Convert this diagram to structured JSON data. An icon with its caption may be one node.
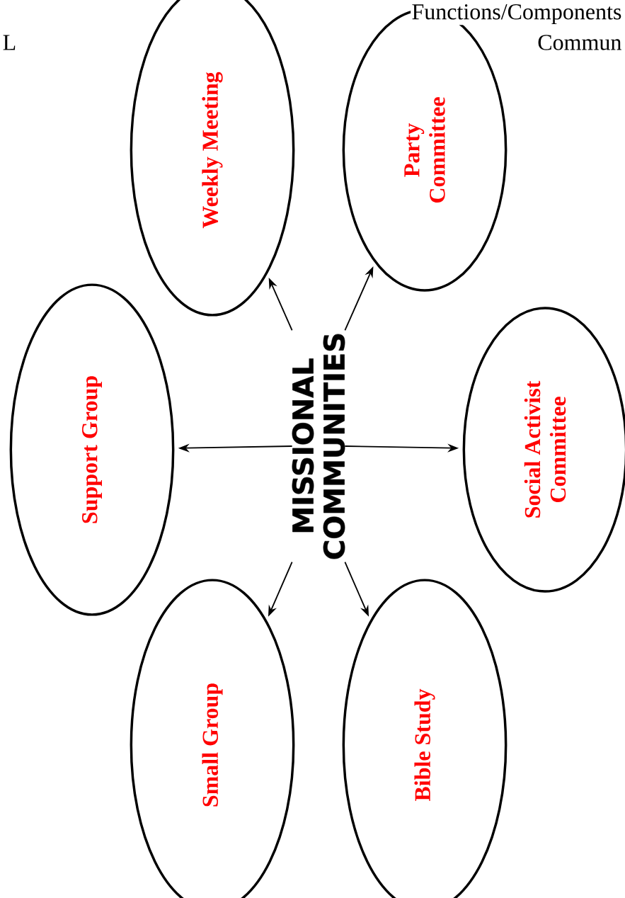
{
  "diagram": {
    "nodes": [
      {
        "text": [
          "MISSIONAL COMMUNITIES"
        ]
      },
      {
        "text": [
          "Weekly Meeting"
        ]
      },
      {
        "text": [
          "Party Committee"
        ]
      },
      {
        "text": [
          "Support Group"
        ]
      },
      {
        "text": [
          "Social Activist Committee"
        ]
      },
      {
        "text": [
          "Small Group"
        ]
      },
      {
        "text": [
          "Bible Study"
        ]
      }
    ],
    "edges": [
      {
        "from": 0,
        "to": 1,
        "arrow": "to"
      },
      {
        "from": 0,
        "to": 2,
        "arrow": "to"
      },
      {
        "from": 0,
        "to": 3,
        "arrow": "to"
      },
      {
        "from": 0,
        "to": 4,
        "arrow": "to"
      },
      {
        "from": 0,
        "to": 5,
        "arrow": "to"
      },
      {
        "from": 0,
        "to": 6,
        "arrow": "to"
      }
    ],
    "labels": [
      "Functions/Components",
      "L",
      "Commun"
    ]
  }
}
